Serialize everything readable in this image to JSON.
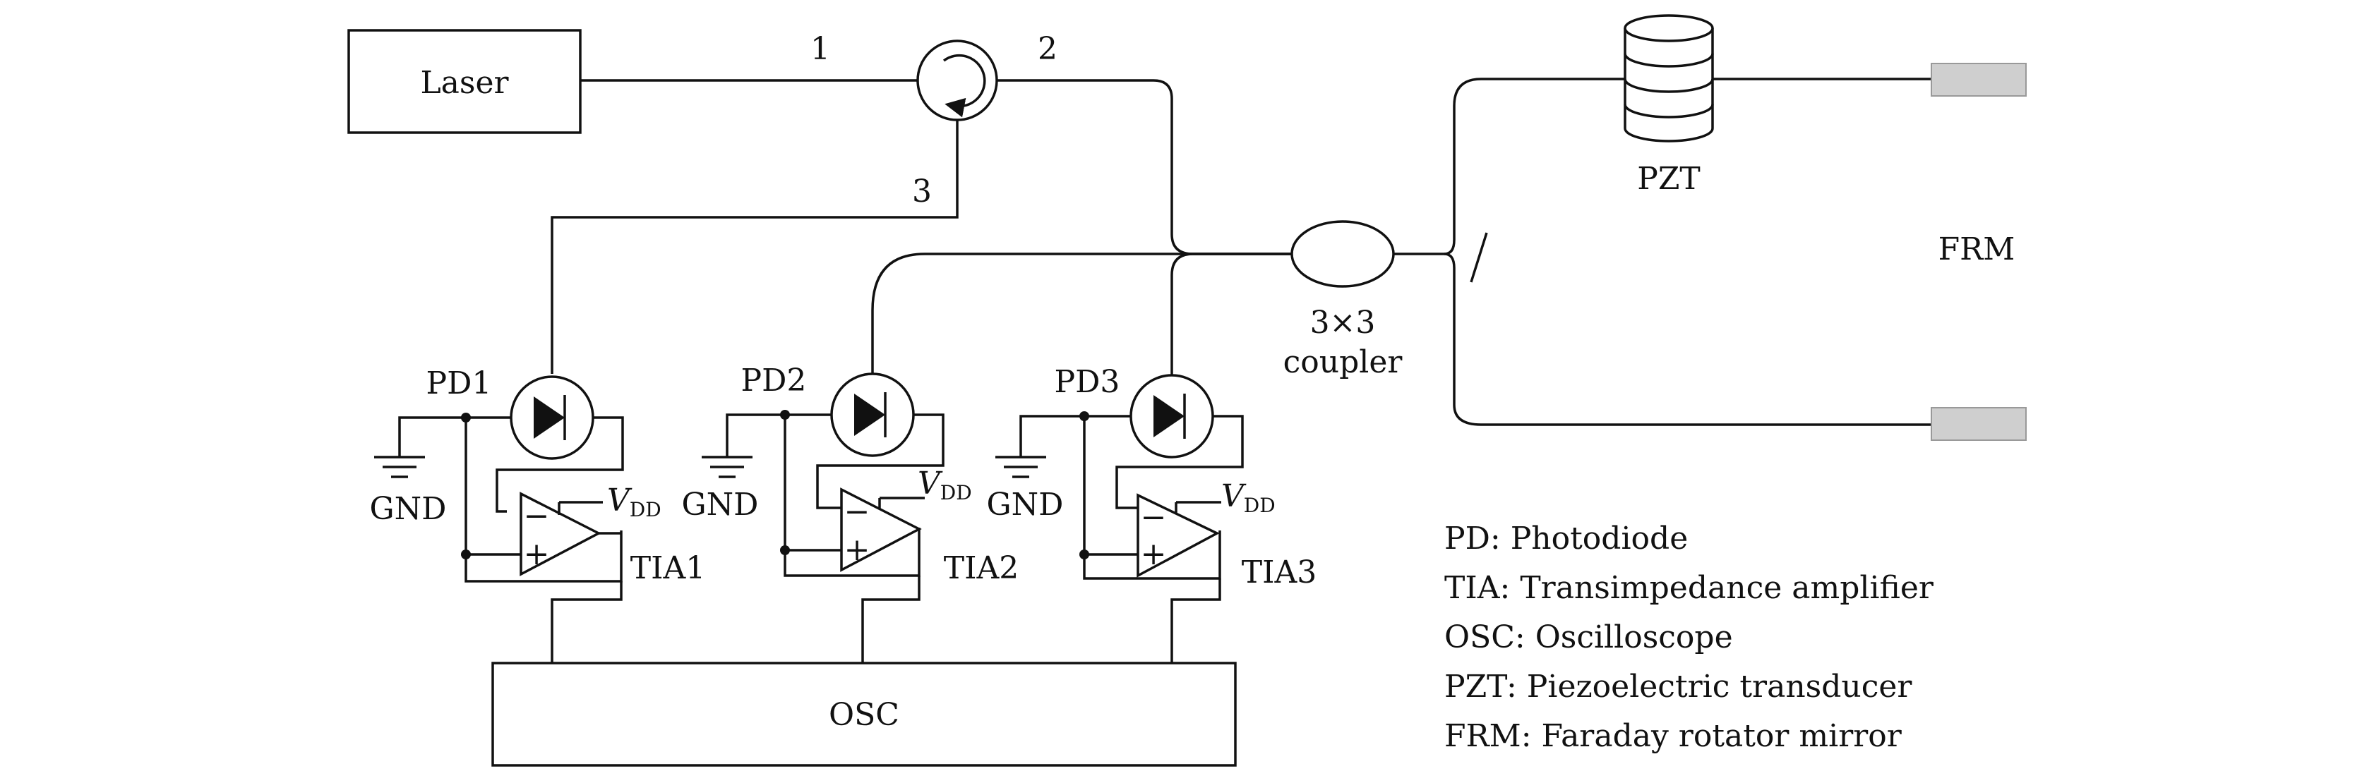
{
  "boxes": {
    "laser": "Laser",
    "osc": "OSC"
  },
  "circulator_ports": {
    "p1": "1",
    "p2": "2",
    "p3": "3"
  },
  "coupler": {
    "line1": "3×3",
    "line2": "coupler"
  },
  "pzt": "PZT",
  "frm": "FRM",
  "photodiodes": [
    "PD1",
    "PD2",
    "PD3"
  ],
  "amplifiers": [
    "TIA1",
    "TIA2",
    "TIA3"
  ],
  "ground": "GND",
  "supply": {
    "main": "V",
    "sub": "DD"
  },
  "opamp_inputs": {
    "minus": "−",
    "plus": "+"
  },
  "legend": [
    "PD: Photodiode",
    "TIA: Transimpedance amplifier",
    "OSC: Oscilloscope",
    "PZT: Piezoelectric transducer",
    "FRM: Faraday rotator mirror"
  ]
}
